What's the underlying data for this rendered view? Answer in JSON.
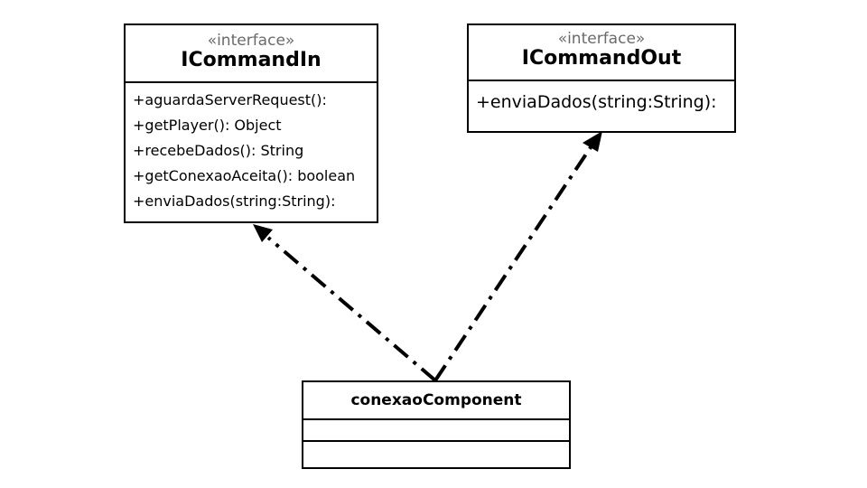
{
  "diagram": {
    "classes": [
      {
        "id": "icommandin",
        "stereotype": "«interface»",
        "name": "ICommandIn",
        "operations": [
          "+aguardaServerRequest():",
          "+getPlayer(): Object",
          "+recebeDados(): String",
          "+getConexaoAceita(): boolean",
          "+enviaDados(string:String):"
        ]
      },
      {
        "id": "icommandout",
        "stereotype": "«interface»",
        "name": "ICommandOut",
        "operations": [
          "+enviaDados(string:String):"
        ]
      },
      {
        "id": "conexaocomponent",
        "name": "conexaoComponent"
      }
    ],
    "relations": [
      {
        "from": "conexaocomponent",
        "to": "icommandin",
        "type": "realization",
        "line_style": "dash-dot"
      },
      {
        "from": "conexaocomponent",
        "to": "icommandout",
        "type": "realization",
        "line_style": "dash-dot"
      }
    ]
  }
}
